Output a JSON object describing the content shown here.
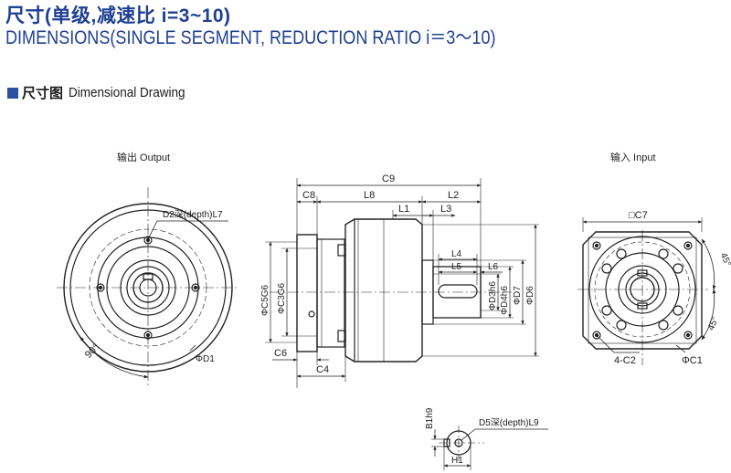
{
  "header": {
    "title_cn": "尺寸(单级,减速比 i=3~10)",
    "title_en": "DIMENSIONS(SINGLE SEGMENT, REDUCTION RATIO i＝3～10)"
  },
  "section": {
    "label_cn": "尺寸图",
    "label_en": "Dimensional Drawing"
  },
  "views": {
    "output_label": "输出 Output",
    "input_label": "输入 Input"
  },
  "dimensions": {
    "c9": "C9",
    "c8": "C8",
    "l8": "L8",
    "l2": "L2",
    "l1": "L1",
    "l3": "L3",
    "l4": "L4",
    "l5": "L5",
    "l6": "L6",
    "c6": "C6",
    "c4": "C4",
    "phi_c5g6": "ΦC5G6",
    "phi_c3g6": "ΦC3G6",
    "phi_d3h6": "ΦD3h6",
    "phi_d4h6": "ΦD4h6",
    "phi_d7": "ΦD7",
    "phi_d6": "ΦD6",
    "d2_depth": "D2深(depth)L7",
    "phi_d1": "ΦD1",
    "angle_90": "90°",
    "c7": "□C7",
    "angle_45a": "45°",
    "angle_45b": "45°",
    "four_c2": "4-C2",
    "phi_c1": "ΦC1",
    "b1h9": "B1h9",
    "d5_depth": "D5深(depth)L9",
    "h1": "H1"
  }
}
